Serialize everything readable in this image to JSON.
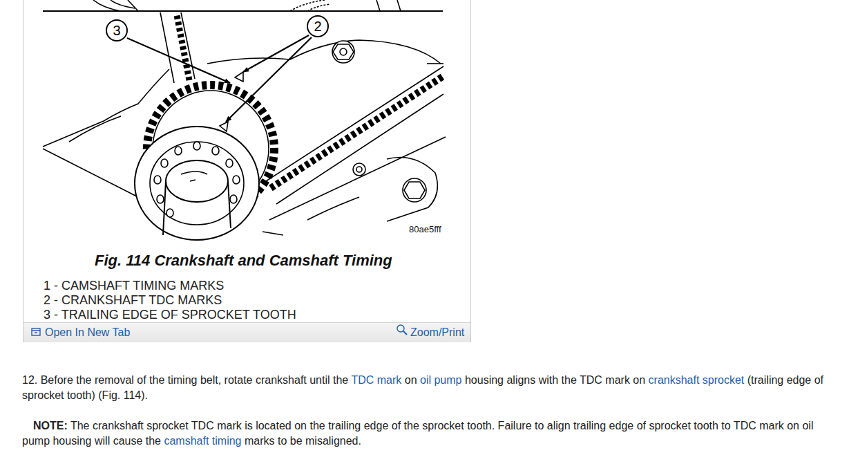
{
  "diagram": {
    "caption": "Fig. 114 Crankshaft and Camshaft Timing",
    "nodes": [
      {
        "text": [
          "3"
        ]
      },
      {
        "text": [
          "2"
        ]
      }
    ],
    "labels": [
      "80ae5fff",
      "1 - CAMSHAFT TIMING MARKS",
      "2 - CRANKSHAFT TDC MARKS",
      "3 - TRAILING EDGE OF SPROCKET TOOTH",
      "Open In New Tab",
      "Zoom/Print",
      "12. Before the removal of the timing belt, rotate crankshaft until the",
      "TDC mark",
      "on",
      "oil pump",
      "housing aligns with the TDC mark on",
      "crankshaft sprocket",
      "(trailing edge of sprocket tooth) (Fig. 114).",
      "NOTE:",
      "The crankshaft sprocket TDC mark is located on the trailing edge of the sprocket tooth. Failure to align trailing edge of sprocket tooth to TDC mark on oil pump housing will cause the",
      "camshaft timing",
      "marks to be misaligned."
    ]
  }
}
